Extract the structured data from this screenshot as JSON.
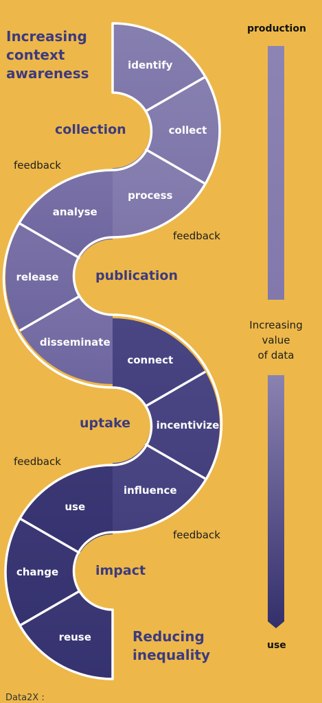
{
  "headings": {
    "top_line1": "Increasing",
    "top_line2": "context",
    "top_line3": "awareness",
    "bottom_line1": "Reducing",
    "bottom_line2": "inequality"
  },
  "stages": {
    "collection": "collection",
    "publication": "publication",
    "uptake": "uptake",
    "impact": "impact"
  },
  "steps": [
    "identify",
    "collect",
    "process",
    "analyse",
    "release",
    "disseminate",
    "connect",
    "incentivize",
    "influence",
    "use",
    "change",
    "reuse"
  ],
  "feedback": [
    "feedback",
    "feedback",
    "feedback",
    "feedback"
  ],
  "value_bar": {
    "top_label": "production",
    "bottom_label": "use",
    "middle_line1": "Increasing",
    "middle_line2": "value",
    "middle_line3": "of data"
  },
  "colors": {
    "background": "#EDB849",
    "production_purple": "#8A82B0",
    "use_navy": "#38366F",
    "heading_text": "#3D3A7E"
  },
  "footer": "Data2X :"
}
